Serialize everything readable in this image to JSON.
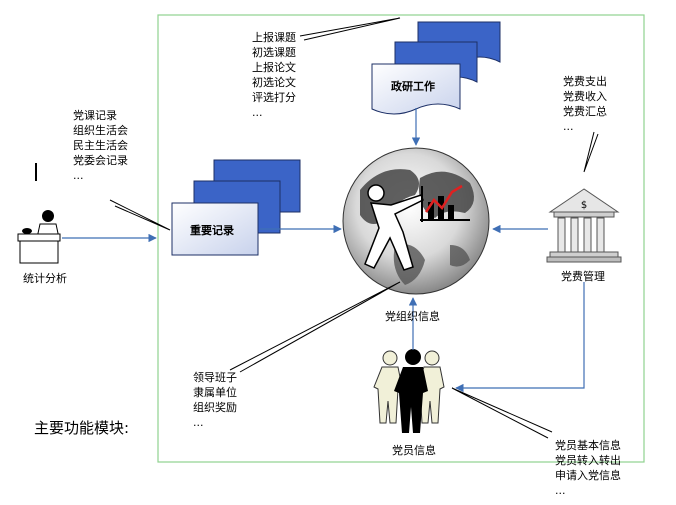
{
  "main_title": "主要功能模块:",
  "nodes": {
    "research": {
      "label": "政研工作"
    },
    "records": {
      "label": "重要记录"
    },
    "center": {
      "label": "党组织信息"
    },
    "fees": {
      "label": "党费管理"
    },
    "members": {
      "label": "党员信息"
    },
    "stats": {
      "label": "统计分析"
    }
  },
  "notes": {
    "research": [
      "上报课题",
      "初选课题",
      "上报论文",
      "初选论文",
      "评选打分",
      "..."
    ],
    "records": [
      "党课记录",
      "组织生活会",
      "民主生活会",
      "党委会记录",
      "..."
    ],
    "fees": [
      "党费支出",
      "党费收入",
      "党费汇总",
      "..."
    ],
    "org": [
      "领导班子",
      "隶属单位",
      "组织奖励",
      "..."
    ],
    "members": [
      "党员基本信息",
      "党员转入转出",
      "申请入党信息",
      "..."
    ]
  },
  "colors": {
    "border": "#8fd28f",
    "arrow": "#3f6fb5",
    "doc_fill": "#3b64c7",
    "doc_front": "#ffffff"
  }
}
